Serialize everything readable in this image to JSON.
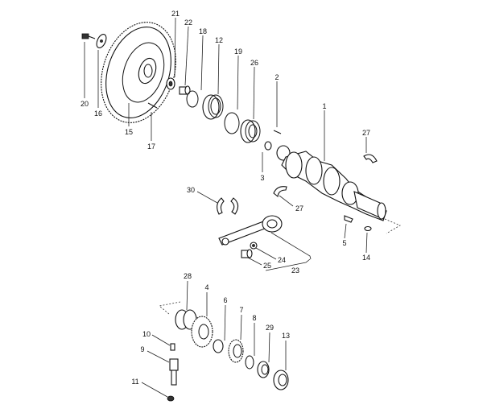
{
  "title": "Crankshaft assembly exploded view",
  "labels": {
    "p21": "21",
    "p22": "22",
    "p18": "18",
    "p12": "12",
    "p19": "19",
    "p26": "26",
    "p2": "2",
    "p1": "1",
    "p27a": "27",
    "p20": "20",
    "p16": "16",
    "p15": "15",
    "p17": "17",
    "p3": "3",
    "p30": "30",
    "p27b": "27",
    "p5": "5",
    "p14": "14",
    "p24": "24",
    "p25": "25",
    "p23": "23",
    "p28": "28",
    "p4": "4",
    "p6": "6",
    "p7": "7",
    "p8": "8",
    "p29": "29",
    "p13": "13",
    "p10": "10",
    "p9": "9",
    "p11": "11"
  }
}
